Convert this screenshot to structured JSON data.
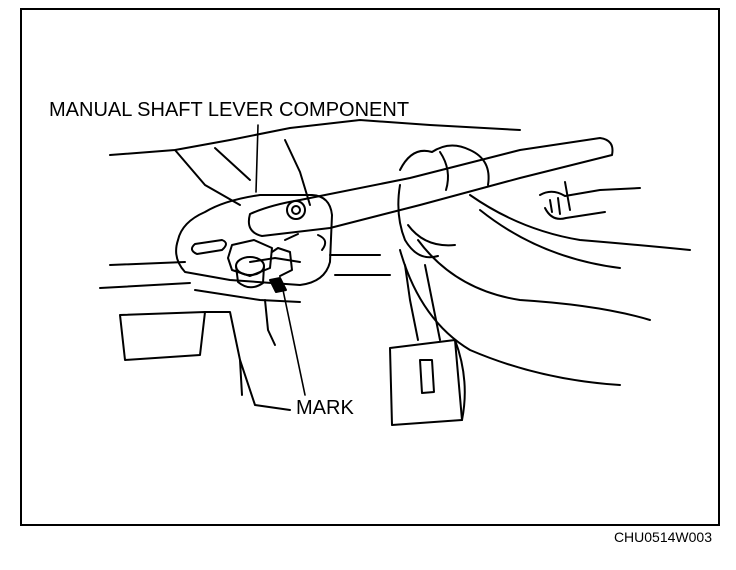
{
  "labels": {
    "component": "MANUAL SHAFT LEVER COMPONENT",
    "mark": "MARK"
  },
  "figure_code": "CHU0514W003",
  "colors": {
    "ink": "#000000",
    "paper": "#ffffff"
  }
}
